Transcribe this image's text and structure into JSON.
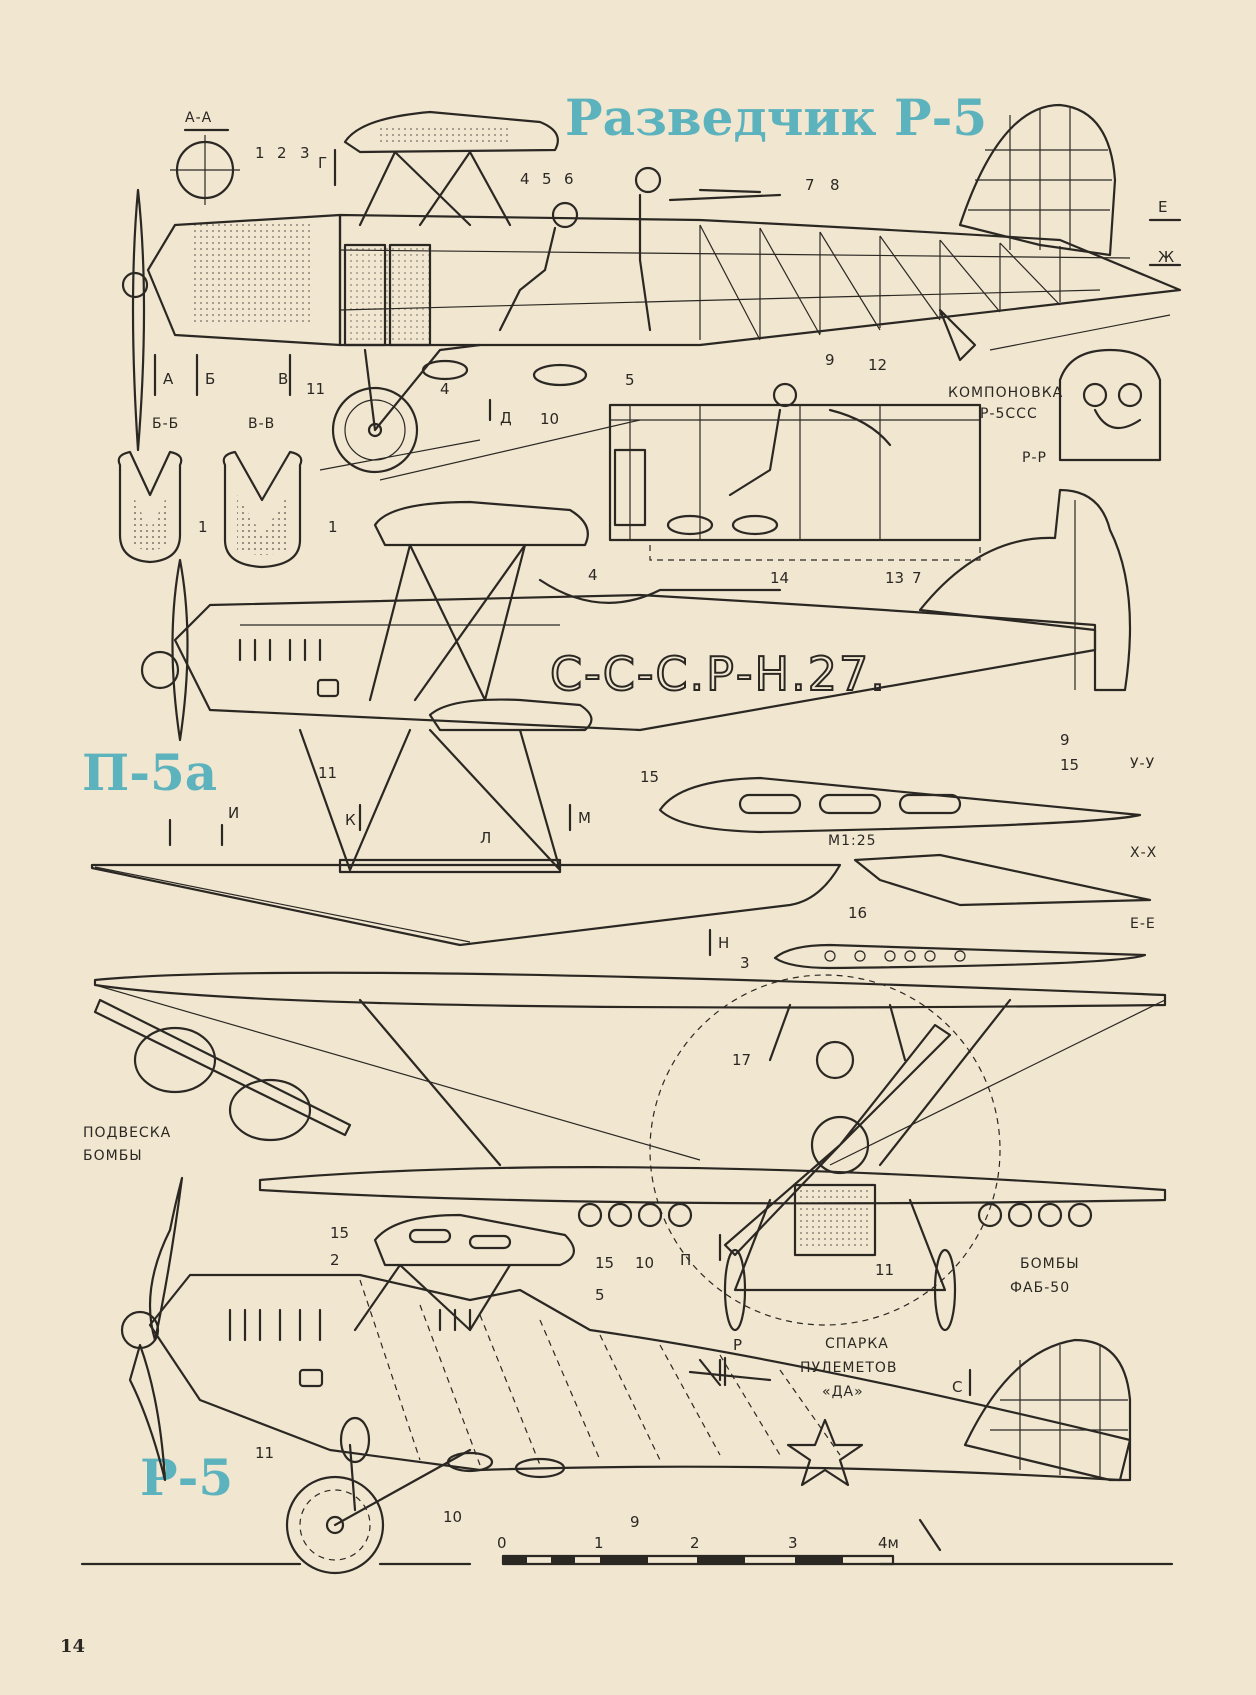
{
  "titles": {
    "main": "Разведчик Р-5",
    "seaplane": "П-5а",
    "landplane": "Р-5"
  },
  "registration": "С-С-С.Р-Н.27.",
  "section_labels": {
    "aa": "А-А",
    "bb": "Б-Б",
    "vv": "В-В",
    "rr": "Р-Р",
    "uu": "У-У",
    "xx": "Х-Х",
    "ee": "Е-Е",
    "a": "А",
    "b": "Б",
    "v": "В",
    "g": "Г",
    "d": "Д",
    "e": "Е",
    "zh": "Ж",
    "i": "И",
    "k": "К",
    "l": "Л",
    "m": "М",
    "n": "Н",
    "p": "П",
    "r": "Р",
    "s": "С"
  },
  "captions": {
    "layout_1": "КОМПОНОВКА",
    "layout_2": "Р-5ССС",
    "scale": "М1:25",
    "bomb_mount_1": "ПОДВЕСКА",
    "bomb_mount_2": "БОМБЫ",
    "bombs_1": "БОМБЫ",
    "bombs_2": "ФАБ-50",
    "guns_1": "СПАРКА",
    "guns_2": "ПУЛЕМЕТОВ",
    "guns_3": "«ДА»"
  },
  "callouts": {
    "top": [
      "1",
      "2",
      "3",
      "4",
      "5",
      "6",
      "7",
      "8",
      "9",
      "10",
      "11",
      "4",
      "12"
    ],
    "cockpit": [
      "5",
      "4",
      "14",
      "13",
      "7"
    ],
    "seaplane": [
      "11",
      "9",
      "15",
      "15",
      "16"
    ],
    "front": [
      "3",
      "17",
      "10",
      "11"
    ],
    "bottom": [
      "15",
      "2",
      "15",
      "5",
      "11",
      "10",
      "9"
    ],
    "bb_callout": "1",
    "vv_callout": "1"
  },
  "scale_bar": {
    "ticks": [
      "0",
      "1",
      "2",
      "3",
      "4м"
    ]
  },
  "page_number": "14",
  "colors": {
    "paper": "#f1e6cf",
    "ink": "#2b2824",
    "title": "#5db3bd"
  }
}
